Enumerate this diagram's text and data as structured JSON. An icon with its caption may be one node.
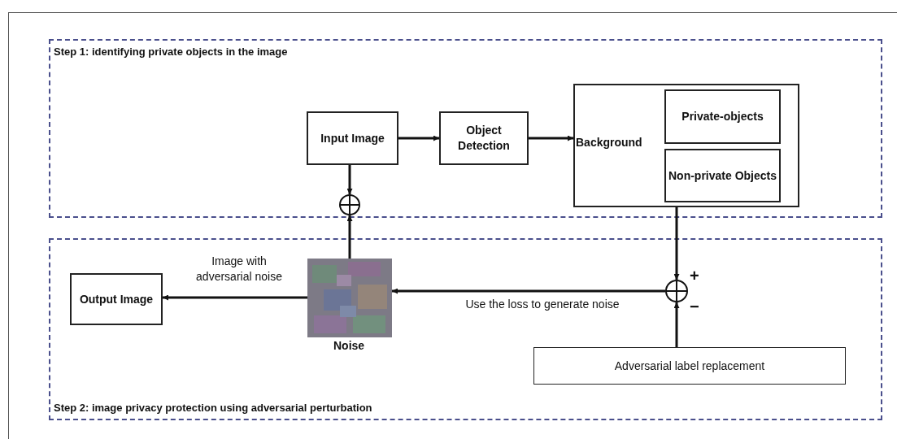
{
  "diagram": {
    "nodes": [
      {
        "text": [
          "Step 1: identifying private objects in the image"
        ]
      },
      {
        "text": [
          "Input Image"
        ],
        "in": 0
      },
      {
        "text": [
          "Object Detection"
        ],
        "in": 0
      },
      {
        "text": [
          "Background"
        ],
        "in": 0
      },
      {
        "text": [
          "Private-objects"
        ],
        "in": 3
      },
      {
        "text": [
          "Non-private Objects"
        ],
        "in": 3
      },
      {
        "text": [],
        "shape": "circle",
        "in": 0
      },
      {
        "text": [
          "Step 2: image privacy protection using adversarial perturbation"
        ]
      },
      {
        "text": [
          "Output Image"
        ],
        "in": 7
      },
      {
        "text": [],
        "shape": "picture",
        "in": 7,
        "beside": [
          "Noise"
        ]
      },
      {
        "text": [],
        "shape": "circle",
        "in": 7,
        "beside": [
          "+",
          "−"
        ]
      },
      {
        "text": [
          "Adversarial label replacement"
        ],
        "in": 7
      }
    ],
    "edges": [
      {
        "from": 1,
        "to": 2,
        "arrow": "to"
      },
      {
        "from": 2,
        "to": 3,
        "arrow": "to"
      },
      {
        "from": 1,
        "to": 6,
        "arrow": "to"
      },
      {
        "from": 9,
        "to": 6,
        "arrow": "to"
      },
      {
        "from": 3,
        "to": 10,
        "arrow": "to"
      },
      {
        "from": 11,
        "to": 10,
        "arrow": "to"
      },
      {
        "from": 10,
        "to": 9,
        "arrow": "to",
        "label": "Use the loss to generate noise"
      },
      {
        "from": 9,
        "to": 8,
        "arrow": "to",
        "label": "Image with adversarial noise"
      }
    ]
  }
}
